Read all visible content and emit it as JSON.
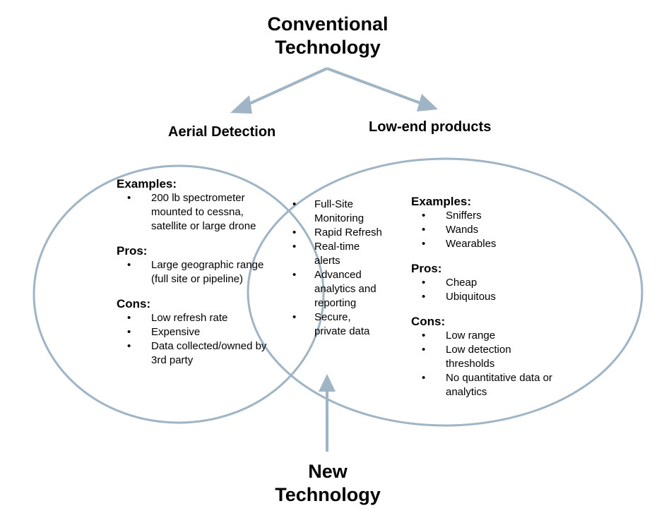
{
  "top_title": "Conventional\nTechnology",
  "bottom_title": "New\nTechnology",
  "left": {
    "title": "Aerial Detection",
    "examples_heading": "Examples:",
    "examples": [
      "200 lb spectrometer mounted to cessna, satellite or large drone"
    ],
    "pros_heading": "Pros:",
    "pros": [
      "Large geographic range (full site or pipeline)"
    ],
    "cons_heading": "Cons:",
    "cons": [
      "Low refresh rate",
      "Expensive",
      "Data collected/owned by 3rd party"
    ]
  },
  "right": {
    "title": "Low-end products",
    "examples_heading": "Examples:",
    "examples": [
      "Sniffers",
      "Wands",
      "Wearables"
    ],
    "pros_heading": "Pros:",
    "pros": [
      "Cheap",
      "Ubiquitous"
    ],
    "cons_heading": "Cons:",
    "cons": [
      "Low range",
      "Low detection thresholds",
      "No quantitative data or analytics"
    ]
  },
  "overlap": {
    "items": [
      "Full-Site Monitoring",
      "Rapid Refresh",
      "Real-time alerts",
      "Advanced analytics and reporting",
      "Secure, private data"
    ]
  },
  "colors": {
    "stroke": "#9fb4c5",
    "text": "#000000"
  }
}
